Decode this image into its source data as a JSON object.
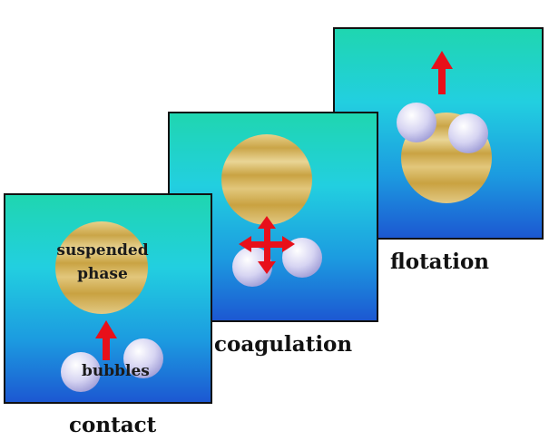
{
  "stages": {
    "contact": {
      "caption": "contact",
      "particle_label_line1": "suspended",
      "particle_label_line2": "phase",
      "bubbles_label": "bubbles"
    },
    "coagulation": {
      "caption": "coagulation"
    },
    "flotation": {
      "caption": "flotation"
    }
  },
  "colors": {
    "water_top": "#1fd6b0",
    "water_mid": "#1ec8df",
    "water_bottom": "#1c62d6",
    "particle": "#d8b85c",
    "bubble": "#c8c8ec",
    "arrow": "#e8101a",
    "border": "#111111"
  }
}
